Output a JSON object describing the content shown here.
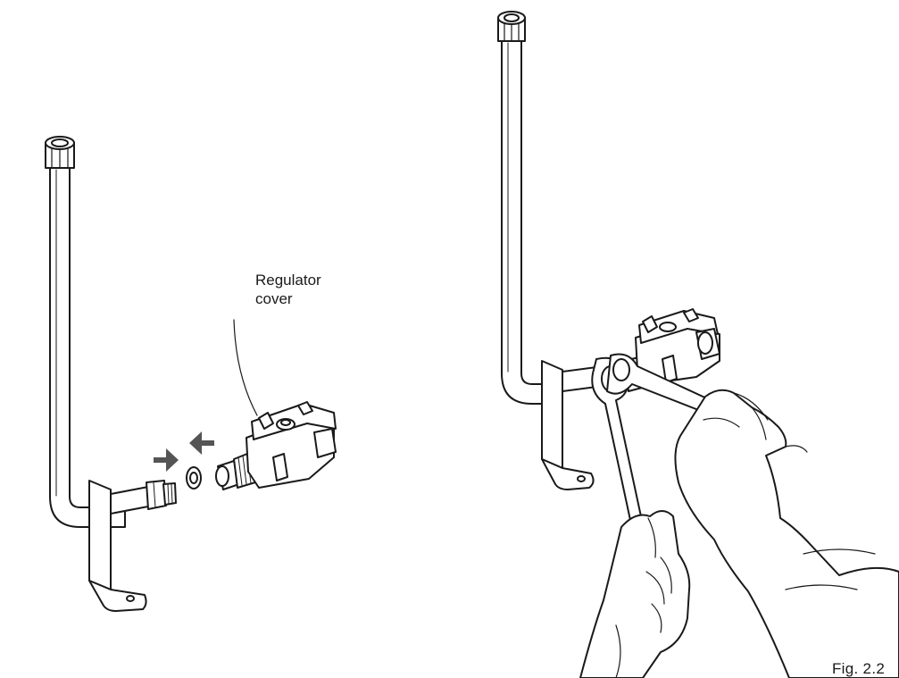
{
  "callout": {
    "line1": "Regulator",
    "line2": "cover"
  },
  "figure_label": "Fig. 2.2",
  "icons": {
    "arrow_left": "arrow-right-icon",
    "arrow_right": "arrow-left-icon"
  },
  "colors": {
    "line": "#1a1a1a",
    "fill": "#ffffff",
    "arrow": "#555555",
    "skin_shade": "#e6e6e6"
  }
}
